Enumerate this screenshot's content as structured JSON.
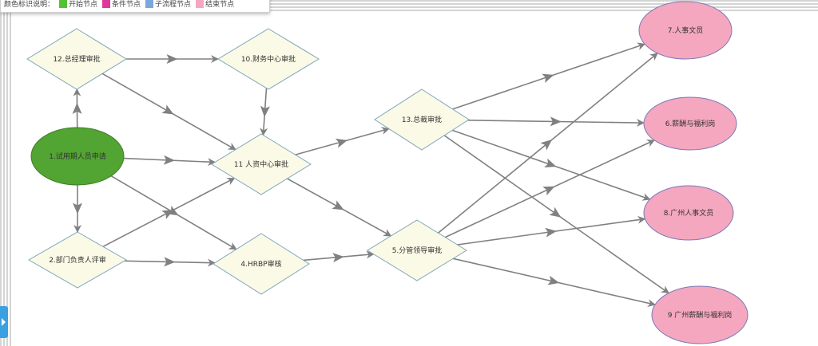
{
  "legend": {
    "title": "颜色标识说明：",
    "items": [
      {
        "label": "开始节点",
        "color": "#52c234"
      },
      {
        "label": "条件节点",
        "color": "#e0389a"
      },
      {
        "label": "子流程节点",
        "color": "#7da6df"
      },
      {
        "label": "结束节点",
        "color": "#f4a7bf"
      }
    ]
  },
  "nodes": [
    {
      "id": "n1",
      "label": "1.试用期人员申请",
      "shape": "start"
    },
    {
      "id": "n2",
      "label": "2.部门负责人评审",
      "shape": "step"
    },
    {
      "id": "n4",
      "label": "4.HRBP审核",
      "shape": "step"
    },
    {
      "id": "n5",
      "label": "5.分管领导审批",
      "shape": "step"
    },
    {
      "id": "n10",
      "label": "10.财务中心审批",
      "shape": "step"
    },
    {
      "id": "n11",
      "label": "11 人资中心审批",
      "shape": "step"
    },
    {
      "id": "n12",
      "label": "12.总经理审批",
      "shape": "step"
    },
    {
      "id": "n13",
      "label": "13.总裁审批",
      "shape": "step"
    },
    {
      "id": "n7",
      "label": "7.人事文员",
      "shape": "end"
    },
    {
      "id": "n6",
      "label": "6.薪酬与福利岗",
      "shape": "end"
    },
    {
      "id": "n8",
      "label": "8.广州人事文员",
      "shape": "end"
    },
    {
      "id": "n9",
      "label": "9 广州薪酬与福利岗",
      "shape": "end"
    }
  ],
  "edges": [
    [
      "n1",
      "n12"
    ],
    [
      "n1",
      "n2"
    ],
    [
      "n1",
      "n11"
    ],
    [
      "n1",
      "n4"
    ],
    [
      "n12",
      "n10"
    ],
    [
      "n12",
      "n11"
    ],
    [
      "n10",
      "n11"
    ],
    [
      "n2",
      "n4"
    ],
    [
      "n2",
      "n11"
    ],
    [
      "n11",
      "n13"
    ],
    [
      "n11",
      "n5"
    ],
    [
      "n4",
      "n5"
    ],
    [
      "n13",
      "n7"
    ],
    [
      "n13",
      "n6"
    ],
    [
      "n13",
      "n8"
    ],
    [
      "n13",
      "n9"
    ],
    [
      "n5",
      "n7"
    ],
    [
      "n5",
      "n6"
    ],
    [
      "n5",
      "n8"
    ],
    [
      "n5",
      "n9"
    ]
  ],
  "colors": {
    "start_fill": "#52a433",
    "start_stroke": "#3d7f25",
    "step_fill": "#fafae6",
    "step_stroke": "#7fa5bd",
    "end_fill": "#f4a7bf",
    "end_stroke": "#7a78b8",
    "edge": "#808080"
  }
}
